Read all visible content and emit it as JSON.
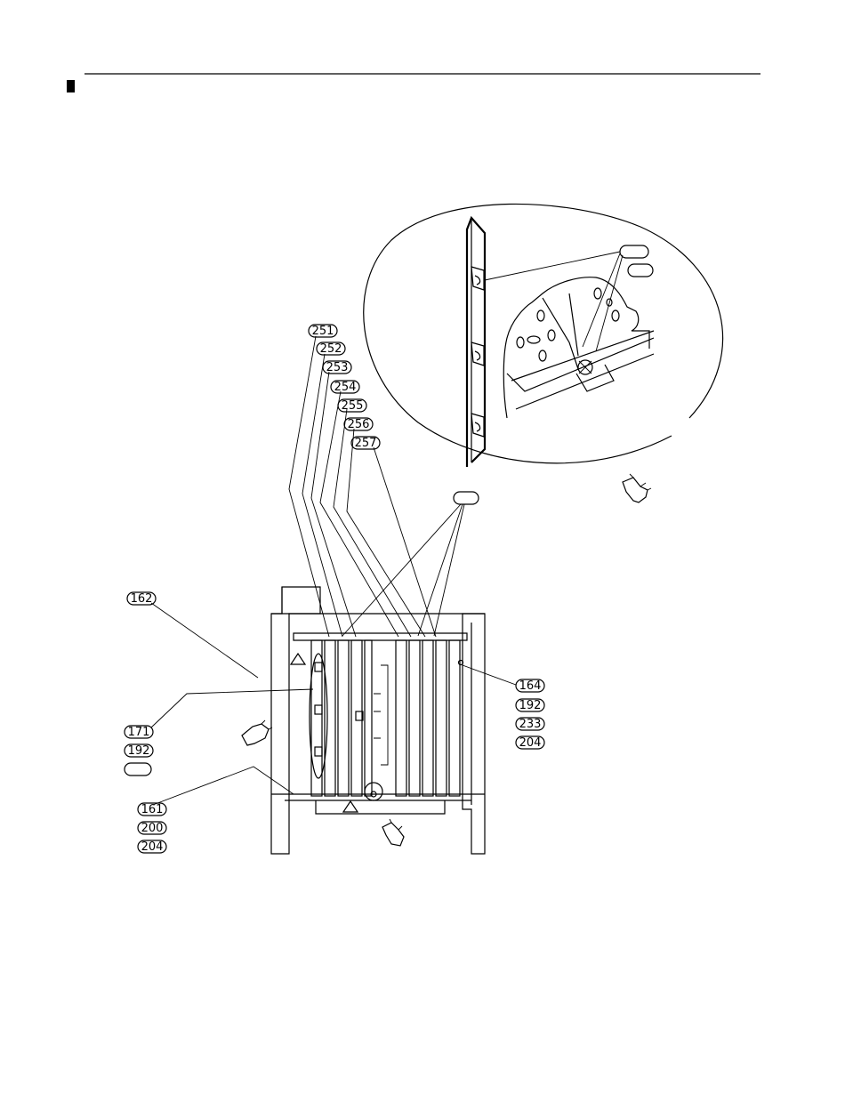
{
  "header": {
    "marker_icon": "black-square-icon"
  },
  "callouts": {
    "c251": "251",
    "c252": "252",
    "c253": "253",
    "c254": "254",
    "c255": "255",
    "c256": "256",
    "c257": "257",
    "c162": "162",
    "c171": "171",
    "c192a": "192",
    "c161": "161",
    "c200": "200",
    "c204a": "204",
    "c164": "164",
    "c192b": "192",
    "c233": "233",
    "c204b": "204"
  },
  "icons": {
    "pointing_hand": "pointing-hand-icon",
    "warning_triangle": "triangle-icon"
  }
}
